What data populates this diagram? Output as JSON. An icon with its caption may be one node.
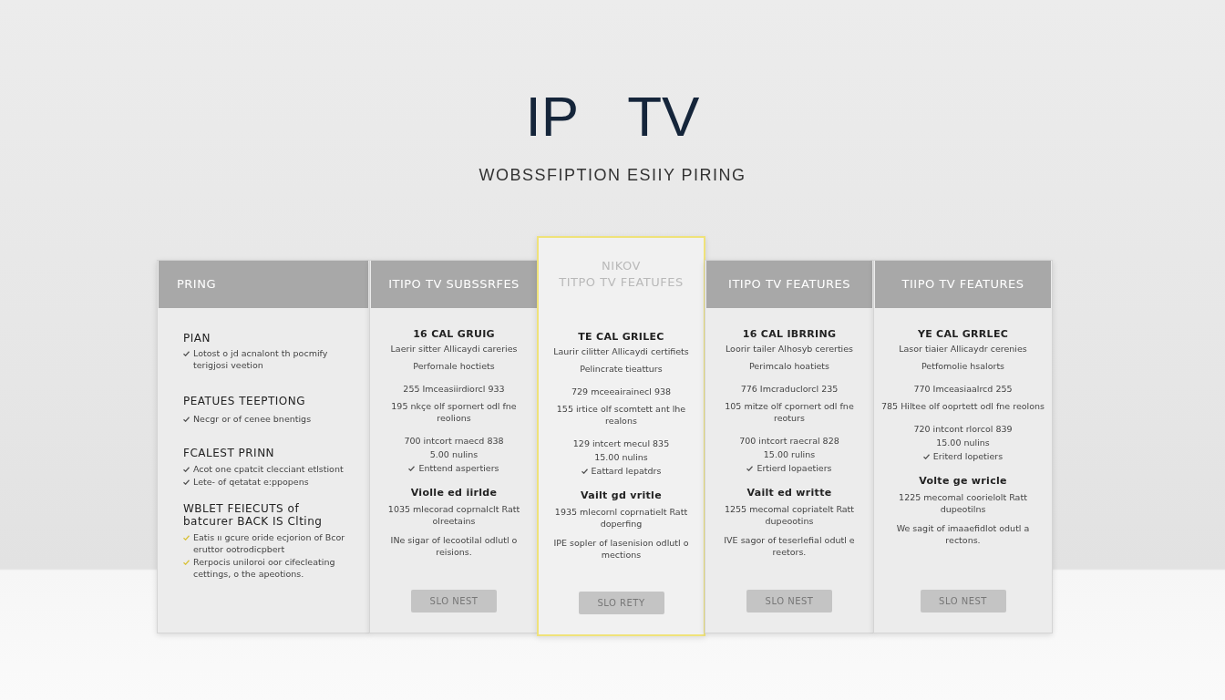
{
  "diagram": {
    "title": "IP TV",
    "labels": [
      "WOBSSFIPTION ESIIY PIRING"
    ],
    "nodes": [
      {
        "text": [
          "PIAN",
          "Lotost o jd acnalont th pocmify terigjosi veetion",
          "PEATUES TEEPTIONG",
          "Necgr or of cenee bnentigs",
          "FCALEST PRINN",
          "Acot one cpatcit clecciant etlstiont",
          "Lete- of qetatat e:ppopens",
          "WBLET FEIECUTS of batcurer BACK IS Clting",
          "Eatis ıı gcure oride ecjorion of Bcor eruttor ootrodicpbert",
          "Rerpocis uniloroi oor cifecleating cettings, o the apeotions."
        ]
      },
      {
        "text": [
          "PRING"
        ],
        "in": 0
      },
      {
        "text": [
          "16 CAL GRUIG",
          "Laerir sitter Allicaydi careries",
          "Perfornale hoctiets",
          "255 Imceasiirdiorcl 933",
          "195 nkçe olf spornert odl fne reolions",
          "700 intcort rnaecd 838",
          "5.00 nulins",
          "Enttend aspertiers",
          "Violle ed iirlde",
          "1035 mlecorad coprnalclt Ratt olreetains",
          "INe sigar of lecootilal odlutl o reisions."
        ]
      },
      {
        "text": [
          "ITIPO TV SUBSSRFES"
        ],
        "in": 2
      },
      {
        "text": [
          "SLO NEST"
        ],
        "in": 2
      },
      {
        "text": [
          "TE CAL GRILEC",
          "Laurir cilitter Allicaydi certifiets",
          "Pelincrate tieatturs",
          "729 mceeairainecl 938",
          "155 irtice olf scomtett ant lhe realons",
          "129 intcert mecul 835",
          "15.00 nulins",
          "Eattard lepatdrs",
          "Vailt gd vritle",
          "1935 mlecornl coprnatielt Ratt doperfing",
          "IPE sopler of lasenision odlutl o mections"
        ]
      },
      {
        "text": [
          "NIKOV",
          "TITPO TV FEATUFES"
        ],
        "in": 5
      },
      {
        "text": [
          "SLO RETY"
        ],
        "in": 5
      },
      {
        "text": [
          "16 CAL IBRRING",
          "Loorir tailer Alhosyb cererties",
          "Perimcalo hoatiets",
          "776 Imcraduclorcl 235",
          "105 mitze olf cpornert odl fne reoturs",
          "700 intcort raecral 828",
          "15.00 rulins",
          "Ertierd lopaetiers",
          "Vailt ed writte",
          "1255 mecomal copriatelt Ratt dupeootins",
          "IVE sagor of teserlefial odutl e reetors."
        ]
      },
      {
        "text": [
          "ITIPO TV FEATURES"
        ],
        "in": 8
      },
      {
        "text": [
          "SLO NEST"
        ],
        "in": 8
      },
      {
        "text": [
          "YE CAL GRRLEC",
          "Lasor tiaier Allicaydr cerenies",
          "Petfomolie hsalorts",
          "770 Imceasiaalrcd 255",
          "785 Hiltee olf ooprtett odl fne reolons",
          "720 intcont rlorcol 839",
          "15.00 nulins",
          "Eriterd lopetiers",
          "Volte ge wricle",
          "1225 mecomal coorielolt Ratt dupeotilns",
          "We sagit of imaaefidlot odutl a rectons."
        ]
      },
      {
        "text": [
          "TIIPO TV FEATURES"
        ],
        "in": 11
      },
      {
        "text": [
          "SLO NEST"
        ],
        "in": 11
      }
    ]
  }
}
